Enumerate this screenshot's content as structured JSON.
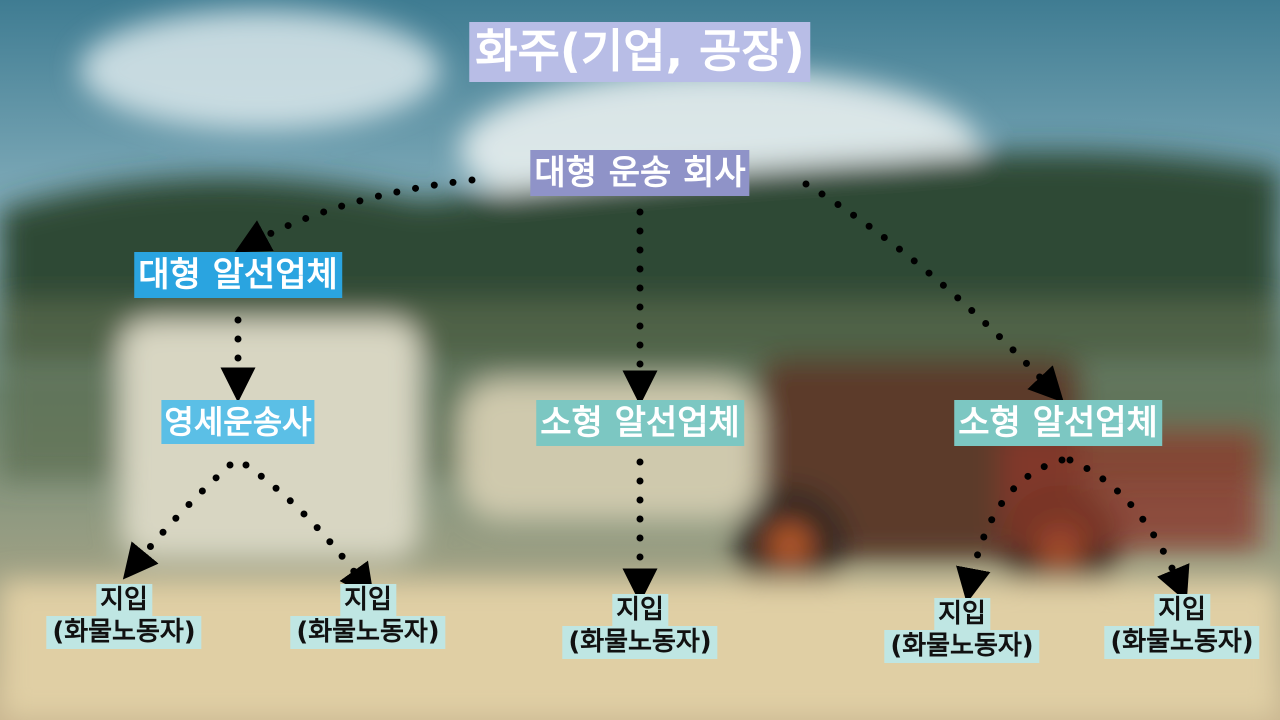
{
  "diagram": {
    "title": "화주(기업, 공장)",
    "company": "대형 운송 회사",
    "broker_large": "대형 알선업체",
    "small_transport": "영세운송사",
    "broker_small_center": "소형 알선업체",
    "broker_small_right": "소형 알선업체",
    "workers": [
      {
        "line1": "지입",
        "line2": "(화물노동자)"
      },
      {
        "line1": "지입",
        "line2": "(화물노동자)"
      },
      {
        "line1": "지입",
        "line2": "(화물노동자)"
      },
      {
        "line1": "지입",
        "line2": "(화물노동자)"
      },
      {
        "line1": "지입",
        "line2": "(화물노동자)"
      }
    ]
  },
  "colors": {
    "title_bg": "#b8bde6",
    "company_bg": "#8f93c8",
    "broker_large_bg": "#2aa4e0",
    "small_transport_bg": "#5bbfe6",
    "broker_small_bg": "#7cc7c2",
    "worker_bg": "#bfe6e3",
    "arrow": "#000000"
  }
}
